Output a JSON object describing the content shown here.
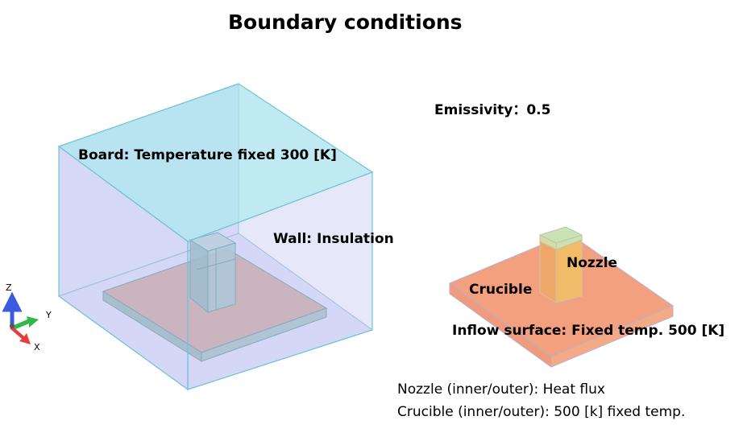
{
  "title": "Boundary conditions",
  "labels": {
    "emissivity": "Emissivity：0.5",
    "board": "Board: Temperature fixed 300 [K]",
    "wall": "Wall: Insulation",
    "nozzle": "Nozzle",
    "crucible": "Crucible",
    "inflow": "Inflow surface: Fixed temp. 500 [K]"
  },
  "notes": {
    "nozzle_bc": "Nozzle (inner/outer): Heat flux",
    "crucible_bc": "Crucible (inner/outer): 500 [k] fixed temp."
  },
  "axes": {
    "z": "Z",
    "y": "Y",
    "x": "X"
  },
  "colors": {
    "enclosure_top": "#a9e3ee",
    "enclosure_side": "#c8cdf3",
    "crucible": "#f3a07f",
    "nozzle": "#f2bb69",
    "nozzle_top": "#c9e3b4",
    "axis_z": "#3a5be0",
    "axis_y": "#2fb84a",
    "axis_x": "#e04040"
  }
}
